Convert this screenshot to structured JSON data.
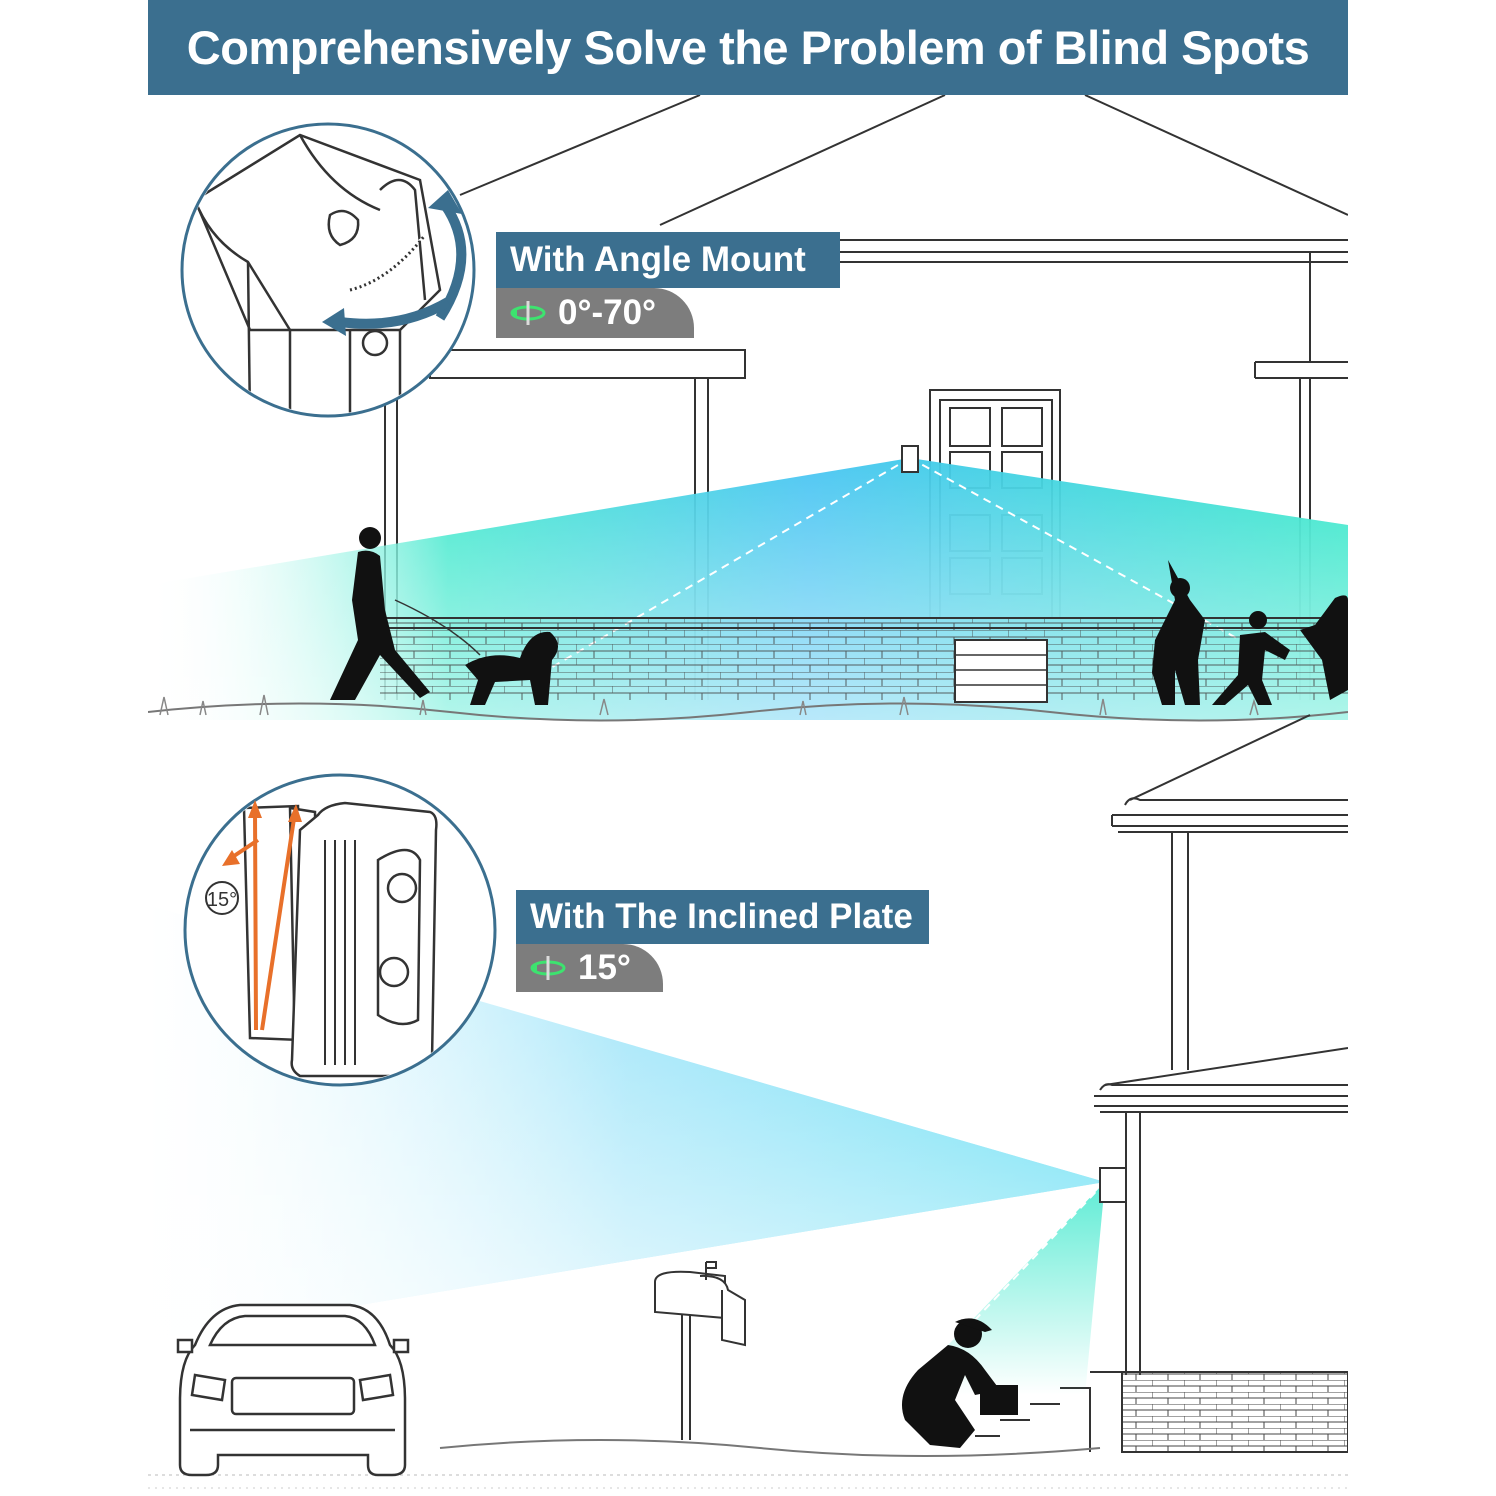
{
  "header": {
    "title": "Comprehensively Solve the Problem of Blind Spots"
  },
  "panel_top": {
    "label": "With Angle Mount",
    "angle": "0°-70°",
    "icon": "rotate-icon"
  },
  "panel_bottom": {
    "label": "With The Inclined Plate",
    "angle": "15°",
    "detail_badge": "15°",
    "icon": "rotate-icon"
  },
  "colors": {
    "header_bg": "#3b6f8f",
    "angle_bg": "#7d7d7d",
    "beam_teal": "#2ee6c8",
    "beam_blue": "#3bbcf0",
    "arrow_orange": "#e8702a"
  }
}
